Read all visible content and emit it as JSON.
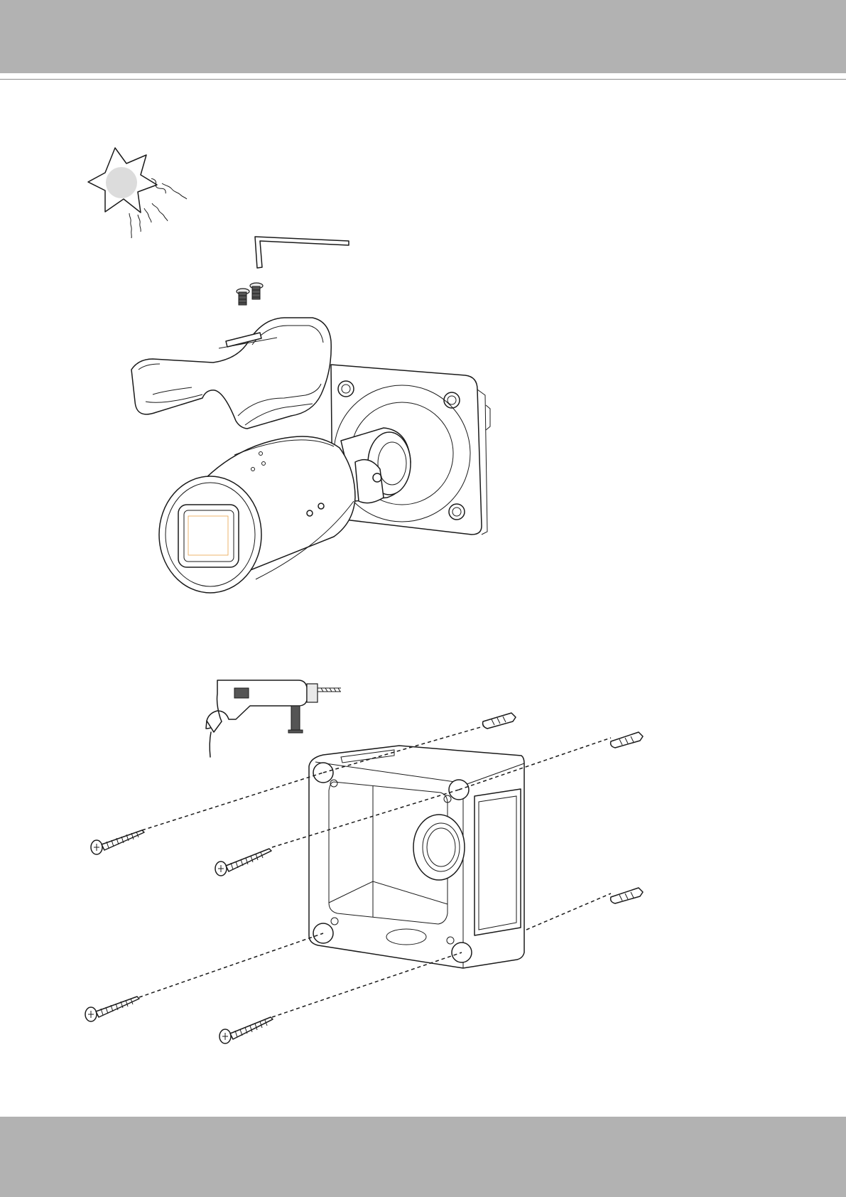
{
  "page": {
    "header_color": "#b2b2b2",
    "footer_color": "#b2b2b2",
    "rule_color": "#8c8c8c",
    "line_color": "#1a1a1a",
    "lens_accent_color": "#e8a24a"
  },
  "figures": [
    {
      "id": "sun-shield-installation",
      "icons": [
        "sun-icon",
        "allen-wrench-icon",
        "shield-screw-icon",
        "sun-shield",
        "bullet-camera",
        "camera-mount-base"
      ]
    },
    {
      "id": "junction-box-mounting",
      "icons": [
        "electric-drill-icon",
        "plastic-anchor-icon",
        "wood-screw-icon",
        "junction-box"
      ],
      "screw_count": 4,
      "anchor_count": 3
    }
  ]
}
